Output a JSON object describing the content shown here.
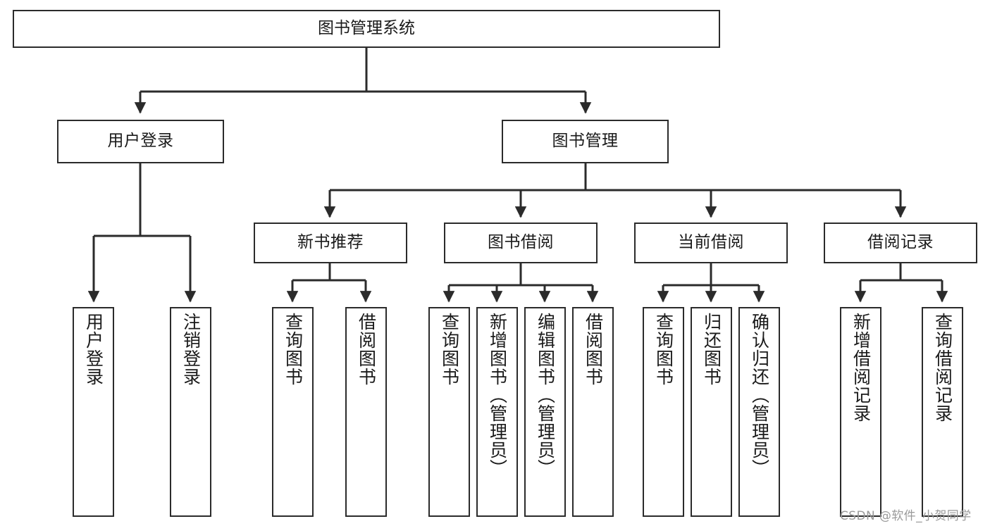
{
  "diagram": {
    "title": "图书管理系统",
    "type": "hierarchy-tree",
    "root": {
      "label": "图书管理系统"
    },
    "level2": [
      {
        "label": "用户登录"
      },
      {
        "label": "图书管理"
      }
    ],
    "level3": [
      {
        "label": "新书推荐"
      },
      {
        "label": "图书借阅"
      },
      {
        "label": "当前借阅"
      },
      {
        "label": "借阅记录"
      }
    ],
    "leaves": {
      "user_login": [
        {
          "label": "用户登录"
        },
        {
          "label": "注销登录"
        }
      ],
      "new_book_recommend": [
        {
          "label": "查询图书"
        },
        {
          "label": "借阅图书"
        }
      ],
      "book_borrow": [
        {
          "label": "查询图书"
        },
        {
          "label": "新增图书（管理员）"
        },
        {
          "label": "编辑图书（管理员）"
        },
        {
          "label": "借阅图书"
        }
      ],
      "current_borrow": [
        {
          "label": "查询图书"
        },
        {
          "label": "归还图书"
        },
        {
          "label": "确认归还（管理员）"
        }
      ],
      "borrow_records": [
        {
          "label": "新增借阅记录"
        },
        {
          "label": "查询借阅记录"
        }
      ]
    },
    "colors": {
      "stroke": "#2b2b2b",
      "fill": "#ffffff",
      "text": "#1a1a1a",
      "watermark": "#9a9a9a"
    }
  },
  "watermark": {
    "text": "CSDN @软件_小贺同学"
  }
}
